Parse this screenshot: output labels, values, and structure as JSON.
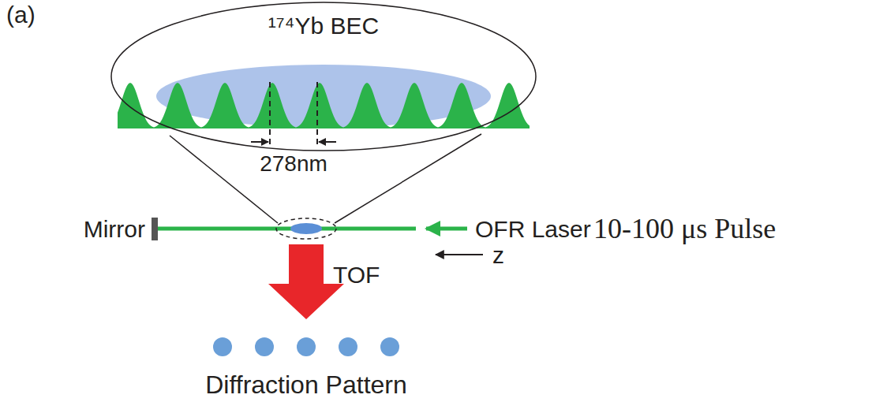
{
  "diagram": {
    "nodes": [
      {
        "text": [
          "¹⁷⁴Yb BEC",
          "278nm"
        ]
      }
    ],
    "labels": [
      "(a)",
      "Mirror",
      "OFR Laser",
      "10-100 μs Pulse",
      "z",
      "TOF",
      "Diffraction Pattern"
    ]
  }
}
